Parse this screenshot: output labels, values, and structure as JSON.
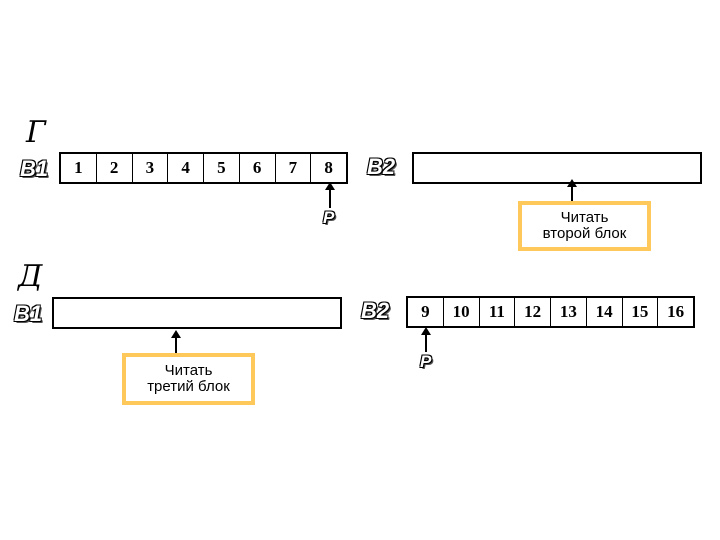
{
  "stages": [
    {
      "label": "Г",
      "b1": {
        "label": "B1",
        "cells": [
          "1",
          "2",
          "3",
          "4",
          "5",
          "6",
          "7",
          "8"
        ]
      },
      "b2": {
        "label": "B2",
        "cells": []
      },
      "pointer": "P",
      "callout": {
        "line1": "Читать",
        "line2": "второй блок"
      }
    },
    {
      "label": "Д",
      "b1": {
        "label": "B1",
        "cells": []
      },
      "b2": {
        "label": "B2",
        "cells": [
          "9",
          "10",
          "11",
          "12",
          "13",
          "14",
          "15",
          "16"
        ]
      },
      "pointer": "P",
      "callout": {
        "line1": "Читать",
        "line2": "третий блок"
      }
    }
  ],
  "colors": {
    "callout_border": "#ffc85a",
    "outline": "#000000"
  }
}
